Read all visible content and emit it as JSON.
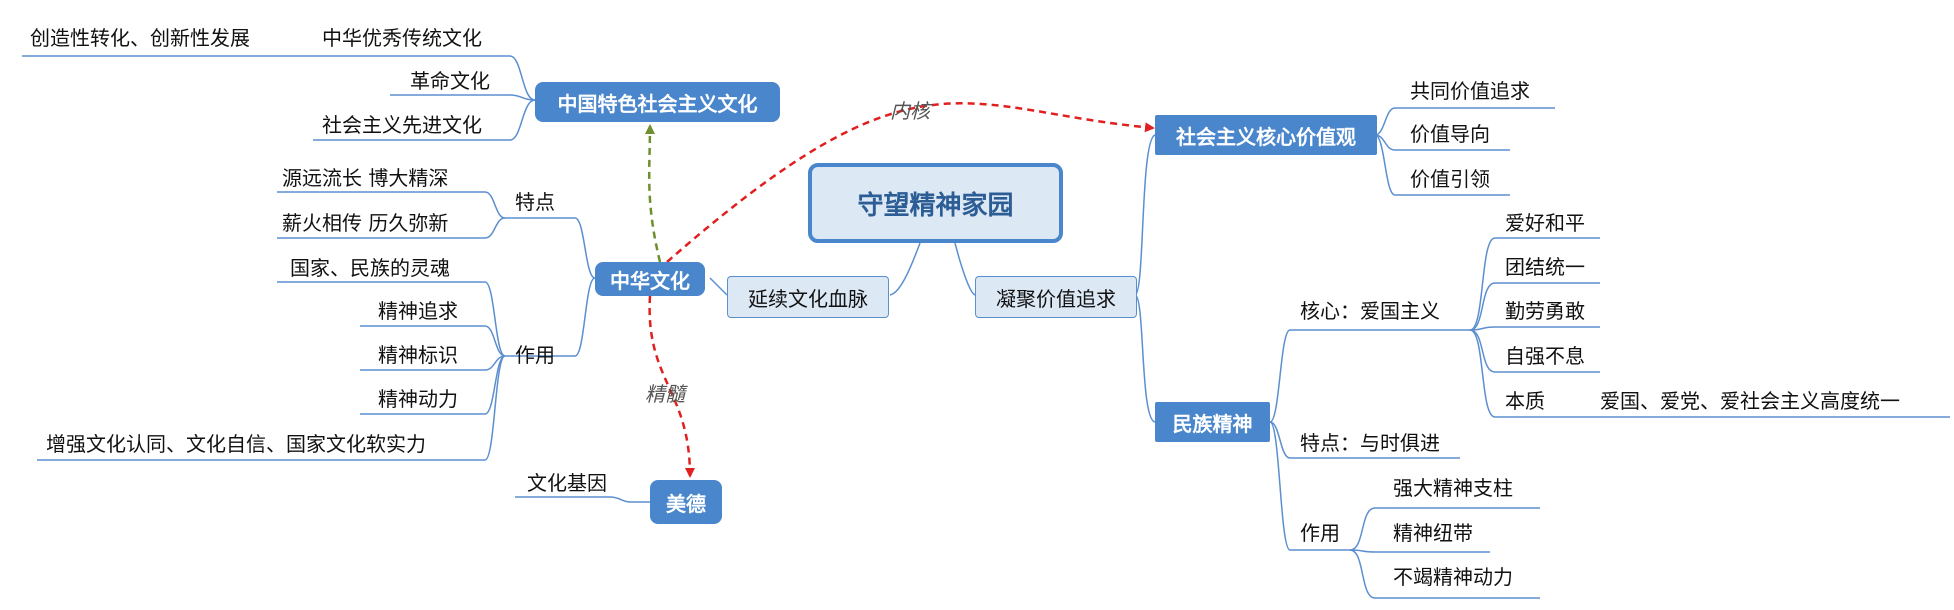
{
  "center": "守望精神家园",
  "branch_left": "延续文化血脉",
  "branch_right": "凝聚价值追求",
  "zhonghua": {
    "title": "中华文化",
    "tedian_label": "特点",
    "tedian": [
      "源远流长 博大精深",
      "薪火相传 历久弥新"
    ],
    "zuoyong_label": "作用",
    "zuoyong": [
      "国家、民族的灵魂",
      "精神追求",
      "精神标识",
      "精神动力",
      "增强文化认同、文化自信、国家文化软实力"
    ]
  },
  "tese": {
    "title": "中国特色社会主义文化",
    "items": [
      "中华优秀传统文化",
      "革命文化",
      "社会主义先进文化"
    ],
    "sub_item": "创造性转化、创新性发展"
  },
  "meide": {
    "title": "美德",
    "item": "文化基因"
  },
  "hexin": {
    "title": "社会主义核心价值观",
    "items": [
      "共同价值追求",
      "价值导向",
      "价值引领"
    ]
  },
  "minzu": {
    "title": "民族精神",
    "hexin_label": "核心：爱国主义",
    "hexin_items": [
      "爱好和平",
      "团结统一",
      "勤劳勇敢",
      "自强不息",
      "本质"
    ],
    "benzhi": "爱国、爱党、爱社会主义高度统一",
    "tedian": "特点：与时俱进",
    "zuoyong_label": "作用",
    "zuoyong": [
      "强大精神支柱",
      "精神纽带",
      "不竭精神动力"
    ]
  },
  "relations": {
    "neihe": "内核",
    "jingsui": "精髓"
  }
}
